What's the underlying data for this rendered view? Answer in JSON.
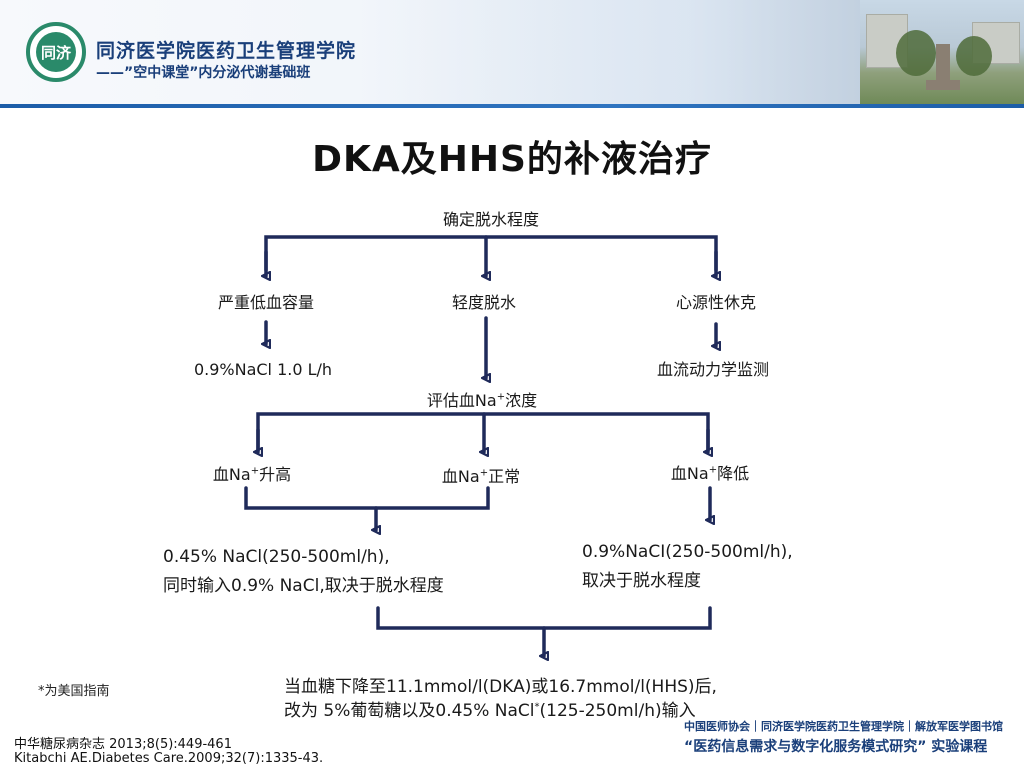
{
  "header": {
    "logo_text": "同济",
    "org_title": "同济医学院医药卫生管理学院",
    "org_subtitle": "——”空中课堂”内分泌代谢基础班"
  },
  "slide": {
    "title": "DKA及HHS的补液治疗"
  },
  "flow": {
    "root": "确定脱水程度",
    "severe": "严重低血容量",
    "mild": "轻度脱水",
    "cardio": "心源性休克",
    "severe_action": "0.9%NaCl 1.0 L/h",
    "cardio_action": "血流动力学监测",
    "assess_na_pre": "评估血Na",
    "assess_na_post": "浓度",
    "na_high_pre": "血Na",
    "na_high_post": "升高",
    "na_normal_pre": "血Na",
    "na_normal_post": "正常",
    "na_low_pre": "血Na",
    "na_low_post": "降低",
    "superscript": "+",
    "left_fluid_line1": "0.45% NaCl(250-500ml/h),",
    "left_fluid_line2": "同时输入0.9% NaCl,取决于脱水程度",
    "right_fluid_line1": "0.9%NaCI(250-500ml/h),",
    "right_fluid_line2": "取决于脱水程度",
    "final_line1": "当血糖下降至11.1mmol/l(DKA)或16.7mmol/l(HHS)后,",
    "final_line2_pre": "改为 5%葡萄糖以及0.45% NaCl",
    "final_line2_sup": "*",
    "final_line2_post": "(125-250ml/h)输入"
  },
  "footnote": "*为美国指南",
  "references": [
    "中华糖尿病杂志 2013;8(5):449-461",
    "Kitabchi AE.Diabetes Care.2009;32(7):1335-43."
  ],
  "footer": {
    "orgs": "中国医师协会｜同济医学院医药卫生管理学院｜解放军医学图书馆",
    "course": "“医药信息需求与数字化服务模式研究” 实验课程"
  },
  "colors": {
    "arrow": "#1f2a5a",
    "title_blue": "#1a3f7a",
    "logo_green": "#2a8a6a"
  }
}
